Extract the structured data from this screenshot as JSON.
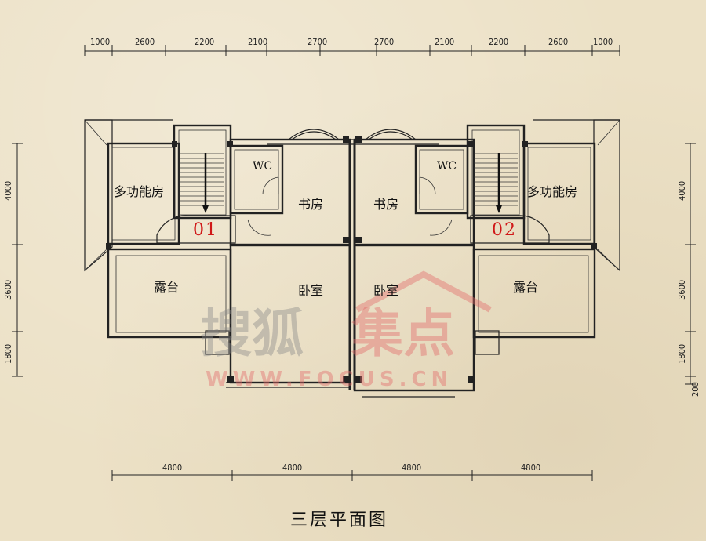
{
  "title": "三层平面图",
  "dimensions": {
    "top": [
      "1000",
      "2600",
      "2200",
      "2100",
      "2700",
      "2700",
      "2100",
      "2200",
      "2600",
      "1000"
    ],
    "left": [
      "4000",
      "3600",
      "1800"
    ],
    "right": [
      "4000",
      "3600",
      "1800",
      "200"
    ],
    "bottom": [
      "4800",
      "4800",
      "4800",
      "4800"
    ]
  },
  "rooms": {
    "multi_left": "多功能房",
    "multi_right": "多功能房",
    "wc_left": "WC",
    "wc_right": "WC",
    "study_left": "书房",
    "study_right": "书房",
    "bedroom_left": "卧室",
    "bedroom_right": "卧室",
    "terrace_left": "露台",
    "terrace_right": "露台"
  },
  "units": {
    "left": "01",
    "right": "02"
  },
  "watermark": {
    "text1": "搜狐",
    "text2": "集点",
    "url": "WWW.FOCUS.CN"
  }
}
